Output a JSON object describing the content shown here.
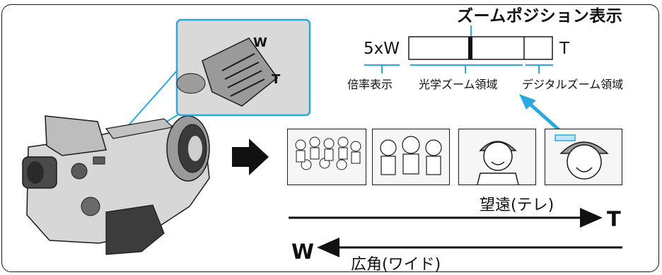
{
  "title": "ズームポジション表示",
  "zoom_bar": {
    "magnification": "5xW",
    "tele_end": "T"
  },
  "labels": {
    "magnification_display": "倍率表示",
    "optical_zoom_area": "光学ズーム領域",
    "digital_zoom_area": "デジタルズーム領域"
  },
  "direction": {
    "telephoto": "望遠(テレ)",
    "wide": "広角(ワイド)",
    "tele_letter": "T",
    "wide_letter": "W"
  },
  "zoom_lever": {
    "w_mark": "W",
    "t_mark": "T"
  },
  "colors": {
    "callout": "#2aa8e0",
    "outline": "#1a1a1a",
    "accent_dark": "#111111"
  },
  "icons": [
    "camcorder-illustration",
    "zoom-lever-closeup",
    "right-arrow-icon"
  ]
}
